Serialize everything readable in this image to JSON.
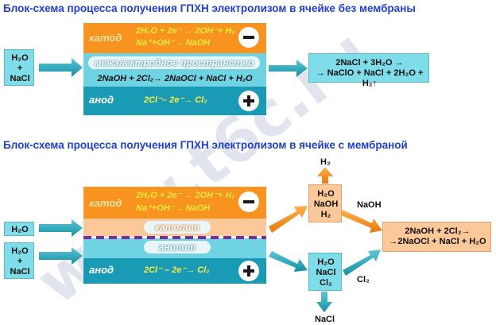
{
  "watermark": "www.t6c.ru",
  "diagram1": {
    "title": "Блок-схема процесса получения ГПХН электролизом в ячейке без мембраны",
    "input": "H₂O\n+\nNaCl",
    "cathode_label": "катод",
    "cathode_eq1": "2H₂O + 2e⁻ → 2OH⁻+ H₂",
    "cathode_eq2": "Na⁺+OH⁻→ NaOH",
    "middle_label": "межэлектродное пространство",
    "middle_eq": "2NaOH + 2Cl₂→ 2NaOCl + NaCl + H₂O",
    "anode_label": "анод",
    "anode_eq": "2Cl⁻– 2e⁻→ Cl₂",
    "output": "2NaCl + 3H₂O →\n→ NaClO + NaCl + 2H₂O + H₂↑"
  },
  "diagram2": {
    "title": "Блок-схема процесса получения ГПХН электролизом в ячейке с мембраной",
    "input_top": "H₂O",
    "input_bottom": "H₂O\n+\nNaCl",
    "cathode_label": "катод",
    "cathode_eq1": "2H₂O + 2e⁻ → 2OH⁻+ H₂",
    "cathode_eq2": "Na⁺+OH⁻→ NaOH",
    "catholyte_label": "католит",
    "anolyte_label": "анолит",
    "anode_label": "анод",
    "anode_eq": "2Cl⁻ – 2e⁻→ Cl₂",
    "catholyte_box": "H₂O\nNaOH\nH₂",
    "anolyte_box": "H₂O\nNaCl\nCl₂",
    "label_h2": "H₂",
    "label_naoh": "NaOH",
    "label_cl2": "Cl₂",
    "label_nacl": "NaCl",
    "output": "2NaOH + 2Cl₂→\n→2NaOCl + NaCl + H₂O"
  },
  "colors": {
    "title": "#1e3fd6",
    "orange": "#f7931e",
    "teal_dark": "#1a9bb5",
    "cyan_light": "#6fd3e4",
    "peach": "#fbc89a",
    "teal_box": "#7fdce9",
    "membrane": "#7b2d9b",
    "arrow": "#1ea3b4"
  }
}
